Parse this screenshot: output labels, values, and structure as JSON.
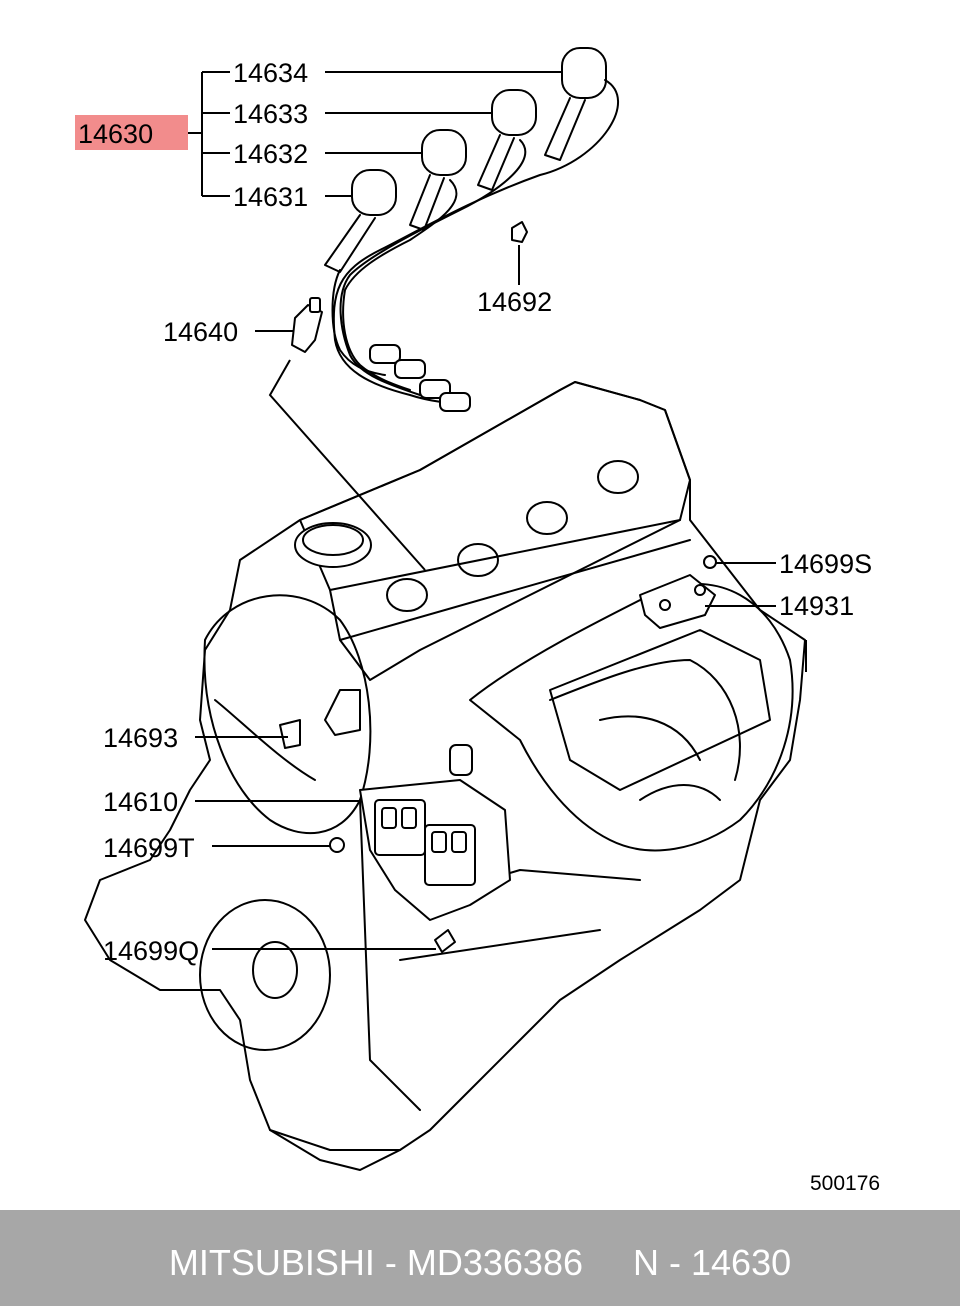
{
  "callouts": {
    "c14630": "14630",
    "c14634": "14634",
    "c14633": "14633",
    "c14632": "14632",
    "c14631": "14631",
    "c14692": "14692",
    "c14640": "14640",
    "c14699S": "14699S",
    "c14931": "14931",
    "c14693": "14693",
    "c14610": "14610",
    "c14699T": "14699T",
    "c14699Q": "14699Q"
  },
  "highlight_color": "#f28c8c",
  "drawing_number": "500176",
  "footer": {
    "text": "MITSUBISHI - MD336386     N - 14630",
    "background": "#a7a7a7"
  }
}
